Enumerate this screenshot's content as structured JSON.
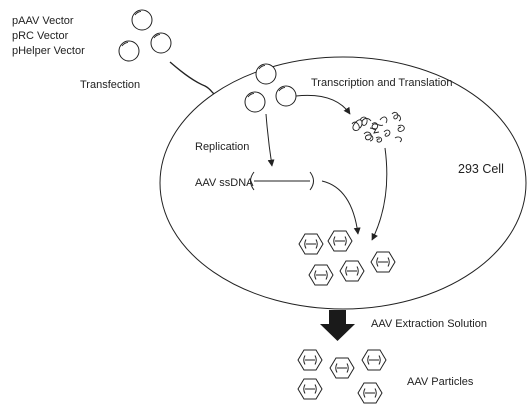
{
  "legend": {
    "items": [
      "pAAV Vector",
      "pRC Vector",
      "pHelper Vector"
    ]
  },
  "labels": {
    "transfection": "Transfection",
    "transcription": "Transcription and Translation",
    "replication": "Replication",
    "ssdna": "AAV ssDNA",
    "cell": "293 Cell",
    "extraction": "AAV Extraction Solution",
    "particles": "AAV Particles"
  },
  "colors": {
    "stroke": "#222222",
    "big_arrow": "#1a1a1a",
    "background": "#ffffff"
  },
  "icons": {
    "plasmid": "circle-with-arc",
    "capsid": "hexagon-with-dna",
    "protein": "tangled-squiggle"
  }
}
